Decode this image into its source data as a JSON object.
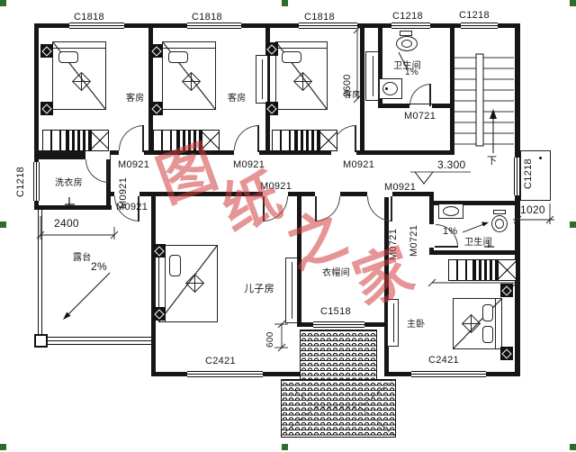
{
  "watermark": {
    "chars": [
      "图",
      "纸",
      "之",
      "家"
    ],
    "color": "#cf3e3e"
  },
  "rooms": {
    "guest1": "客房",
    "guest2": "客房",
    "guest3": "客房",
    "laundry": "洗衣房",
    "terrace": "露台",
    "bath_top": "卫生间",
    "bath_bottom": "卫生间",
    "son": "儿子房",
    "closet": "衣帽间",
    "master": "主卧"
  },
  "windows": {
    "c1818_1": "C1818",
    "c1818_2": "C1818",
    "c1818_3": "C1818",
    "c1218_top_1": "C1218",
    "c1218_top_2": "C1218",
    "c1218_left": "C1218",
    "c1218_right": "C1218",
    "c1518": "C1518",
    "c2421_left": "C2421",
    "c2421_right": "C2421"
  },
  "doors": {
    "m0921_g1": "M0921",
    "m0921_g2": "M0921",
    "m0921_g3": "M0921",
    "m0921_laundry": "M0921",
    "m0921_terrace": "M0921",
    "m0921_son": "M0921",
    "m0921_master": "M0921",
    "m0721_bath_top": "M0721",
    "m0721_a": "M0721",
    "m0721_b": "M0721"
  },
  "dims": {
    "d2600": "2600",
    "d2400": "2400",
    "d1020": "1020",
    "d600": "600"
  },
  "annotations": {
    "level": "3.300",
    "down": "下",
    "slope_terrace": "2%",
    "slope_bath_top": "1%",
    "slope_bath_bottom": "1%"
  },
  "colors": {
    "watermark": "#cf3e3e",
    "selection_handle": "#2e6b2e",
    "line": "#161616"
  }
}
